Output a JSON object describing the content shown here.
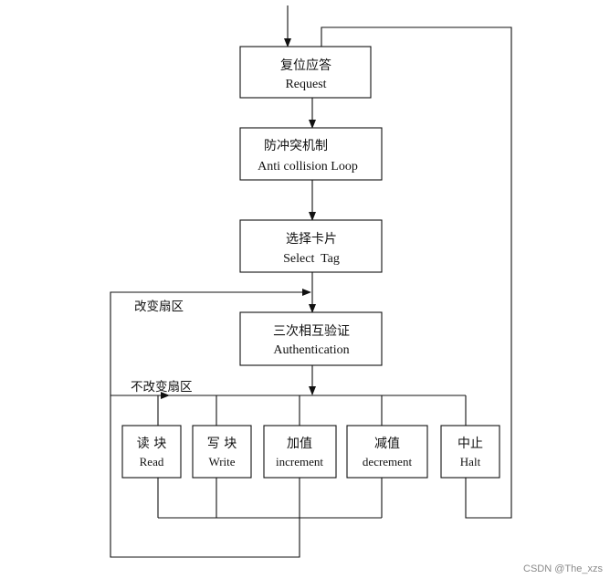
{
  "diagram": {
    "nodes": {
      "request": {
        "cn": "复位应答",
        "en": "Request"
      },
      "anticollision": {
        "cn": "防冲突机制",
        "en": "Anti collision Loop"
      },
      "select": {
        "cn": "选择卡片",
        "en": "Select  Tag"
      },
      "auth": {
        "cn": "三次相互验证",
        "en": "Authentication"
      },
      "read": {
        "cn": "读 块",
        "en": "Read"
      },
      "write": {
        "cn": "写 块",
        "en": "Write"
      },
      "increment": {
        "cn": "加值",
        "en": "increment"
      },
      "decrement": {
        "cn": "减值",
        "en": "decrement"
      },
      "halt": {
        "cn": "中止",
        "en": "Halt"
      }
    },
    "edge_labels": {
      "change_sector": "改变扇区",
      "keep_sector": "不改变扇区"
    }
  },
  "watermark": "CSDN @The_xzs"
}
